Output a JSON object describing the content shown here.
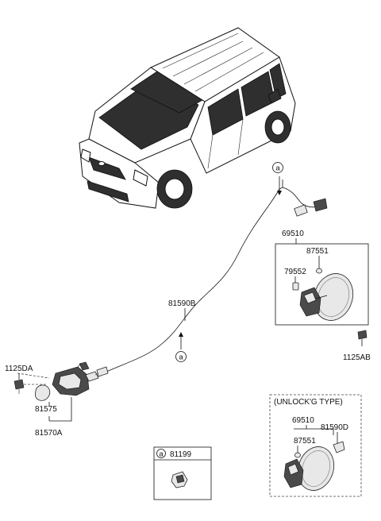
{
  "callout_marker": "a",
  "parts": {
    "p69510_top": "69510",
    "p87551_top": "87551",
    "p79552": "79552",
    "p1125AB": "1125AB",
    "p81590B": "81590B",
    "p1125DA": "1125DA",
    "p81575": "81575",
    "p81570A": "81570A",
    "p81199": "81199"
  },
  "unlock_box": {
    "title": "(UNLOCK'G TYPE)",
    "p69510": "69510",
    "p87551": "87551",
    "p81590D": "81590D"
  }
}
